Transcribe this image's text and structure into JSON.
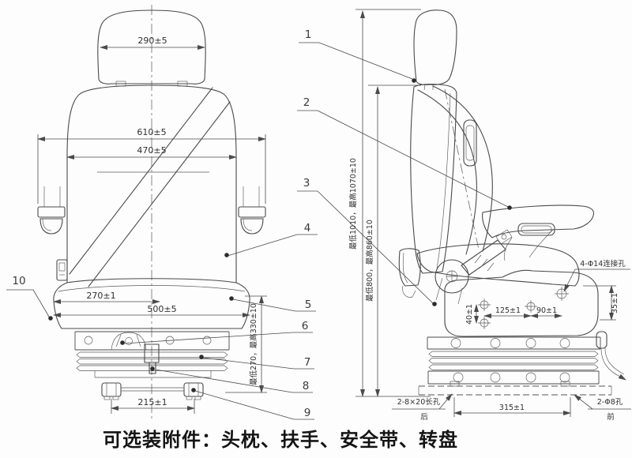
{
  "caption": "可选装附件：头枕、扶手、安全带、转盘",
  "colors": {
    "line": "#4a4a4a",
    "text": "#2f2f2f",
    "background": "#ffffff"
  },
  "front_view": {
    "headrest_width": "290±5",
    "overall_width": "610±5",
    "backrest_width": "470±5",
    "cushion_ref_width": "270±1",
    "cushion_width": "500±5",
    "rail_span": "215±1",
    "suspension_height": "最低270，最高330±10"
  },
  "side_view": {
    "overall_height": "最低1010，最高1070±10",
    "backrest_height": "最低800，最高860±10",
    "hole_pitch_v": "40±1",
    "hole_pitch_a": "125±1",
    "hole_pitch_b": "90±1",
    "hole_pitch_r": "35±1",
    "base_hole_span": "315±1",
    "connect_holes": "4-Φ14连接孔",
    "slot_holes": "2-8×20长孔",
    "slot_holes_pos": "后",
    "round_holes": "2-Φ8孔",
    "round_holes_pos": "前"
  },
  "callouts": {
    "c1": "1",
    "c2": "2",
    "c3": "3",
    "c4": "4",
    "c5": "5",
    "c6": "6",
    "c7": "7",
    "c8": "8",
    "c9": "9",
    "c10": "10"
  }
}
